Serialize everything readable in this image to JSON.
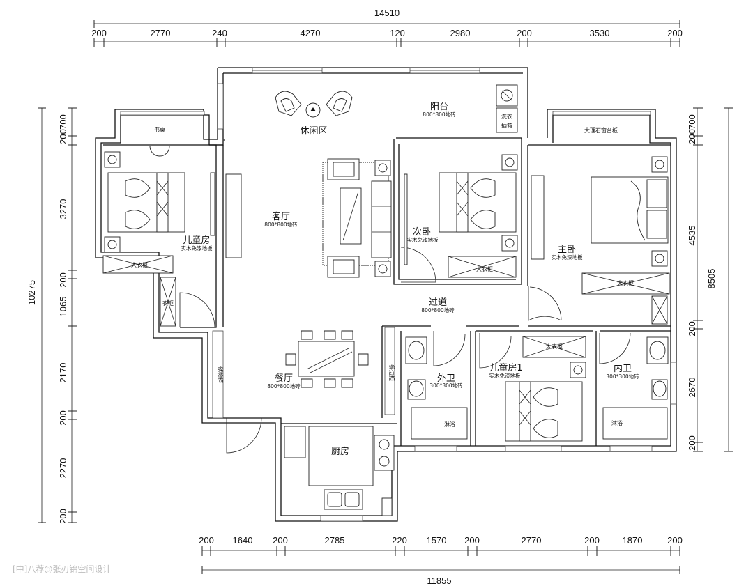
{
  "dimensions": {
    "top_total": "14510",
    "top_segments": [
      "200",
      "2770",
      "240",
      "4270",
      "120",
      "2980",
      "200",
      "3530",
      "200"
    ],
    "bottom_total": "11855",
    "bottom_segments": [
      "200",
      "1640",
      "200",
      "2785",
      "220",
      "1570",
      "200",
      "2770",
      "200",
      "1870",
      "200"
    ],
    "left_total": "10275",
    "left_segments": [
      "700",
      "200",
      "3270",
      "200",
      "1065",
      "2170",
      "200",
      "2270",
      "200"
    ],
    "right_segments": [
      "700",
      "200",
      "4535",
      "200",
      "2670",
      "200"
    ],
    "right_total": "8505"
  },
  "rooms": {
    "leisure": {
      "name": "休闲区"
    },
    "balcony": {
      "name": "阳台",
      "note": "800*800地砖"
    },
    "living": {
      "name": "客厅",
      "note": "800*800地砖"
    },
    "second_bedroom": {
      "name": "次卧",
      "note": "实木免漆地板"
    },
    "kids_room": {
      "name": "儿童房",
      "note": "实木免漆地板"
    },
    "master_bedroom": {
      "name": "主卧",
      "note": "实木免漆地板"
    },
    "corridor": {
      "name": "过道",
      "note": "800*800地砖"
    },
    "dining": {
      "name": "餐厅",
      "note": "800*800地砖"
    },
    "guest_bath": {
      "name": "外卫",
      "note": "300*300地砖"
    },
    "kids_room_1": {
      "name": "儿童房1",
      "note": "实木免漆地板"
    },
    "master_bath": {
      "name": "内卫",
      "note": "300*300地砖"
    },
    "kitchen": {
      "name": "厨房"
    }
  },
  "labels": {
    "wardrobe": "大衣柜",
    "washer_cabinet": "洗衣",
    "washer_cabinet_2": "插箱",
    "bay_window_kids": "书桌",
    "bay_window_master": "大理石窗台板",
    "shower": "淋浴",
    "wine_cabinet": "储物柜",
    "side_cabinet": "餐边柜",
    "small_wardrobe": "衣柜"
  },
  "watermark": "[中]八荐@张刃锦空间设计"
}
